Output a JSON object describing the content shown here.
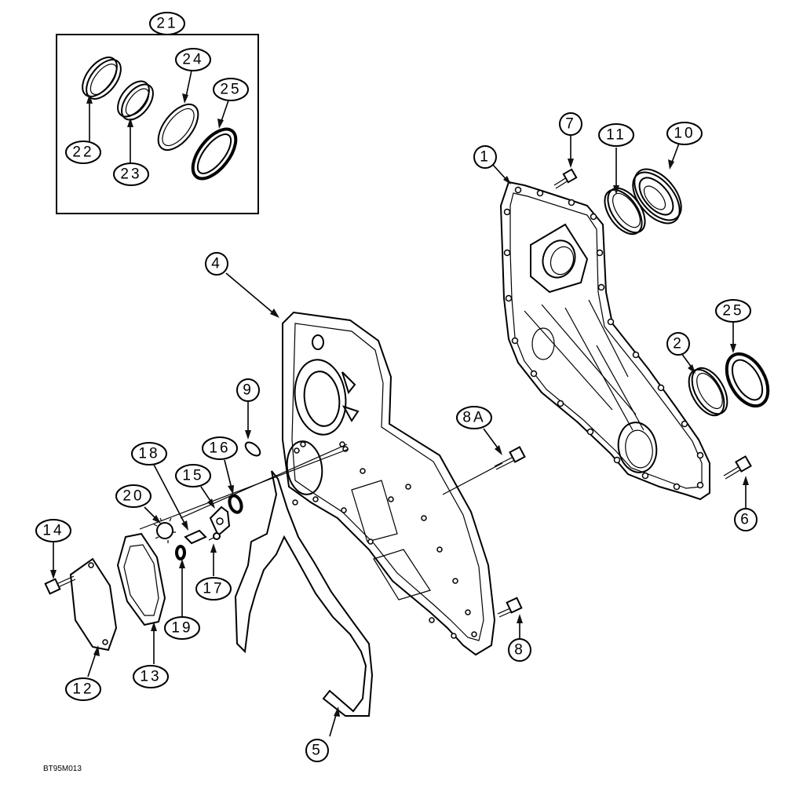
{
  "callouts": [
    {
      "id": "c21",
      "label": "21"
    },
    {
      "id": "c22",
      "label": "22"
    },
    {
      "id": "c23",
      "label": "23"
    },
    {
      "id": "c24",
      "label": "24"
    },
    {
      "id": "c25a",
      "label": "25"
    },
    {
      "id": "c1",
      "label": "1"
    },
    {
      "id": "c7",
      "label": "7"
    },
    {
      "id": "c11",
      "label": "11"
    },
    {
      "id": "c10",
      "label": "10"
    },
    {
      "id": "c2",
      "label": "2"
    },
    {
      "id": "c25b",
      "label": "25"
    },
    {
      "id": "c6",
      "label": "6"
    },
    {
      "id": "c4",
      "label": "4"
    },
    {
      "id": "c9",
      "label": "9"
    },
    {
      "id": "c8A",
      "label": "8A"
    },
    {
      "id": "c16",
      "label": "16"
    },
    {
      "id": "c18",
      "label": "18"
    },
    {
      "id": "c15",
      "label": "15"
    },
    {
      "id": "c20",
      "label": "20"
    },
    {
      "id": "c14",
      "label": "14"
    },
    {
      "id": "c17",
      "label": "17"
    },
    {
      "id": "c19",
      "label": "19"
    },
    {
      "id": "c12",
      "label": "12"
    },
    {
      "id": "c13",
      "label": "13"
    },
    {
      "id": "c8",
      "label": "8"
    },
    {
      "id": "c5",
      "label": "5"
    }
  ],
  "drawing_code": "BT95M013"
}
